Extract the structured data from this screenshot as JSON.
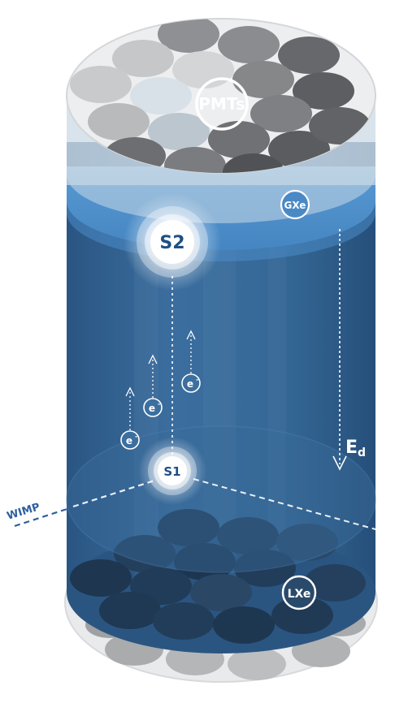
{
  "labels": {
    "pmts": "PMTs",
    "gxe": "GXe",
    "s2": "S2",
    "s1": "S1",
    "electron": "e",
    "electron_sup": "-",
    "field_main": "E",
    "field_sub": "d",
    "wimp": "WIMP",
    "lxe": "LXe"
  },
  "colors": {
    "liquid_dark": "#2c5a86",
    "liquid_mid": "#3b6fa0",
    "gas_band": "#5a9fd6",
    "light_band": "#7cb6e3",
    "s_text": "#1e4f86",
    "wimp_line": "#2f5f9e"
  },
  "icons": {
    "pmt": "pmt-disc-icon",
    "electron": "electron-circle-icon",
    "arrow": "drift-arrow-icon"
  }
}
